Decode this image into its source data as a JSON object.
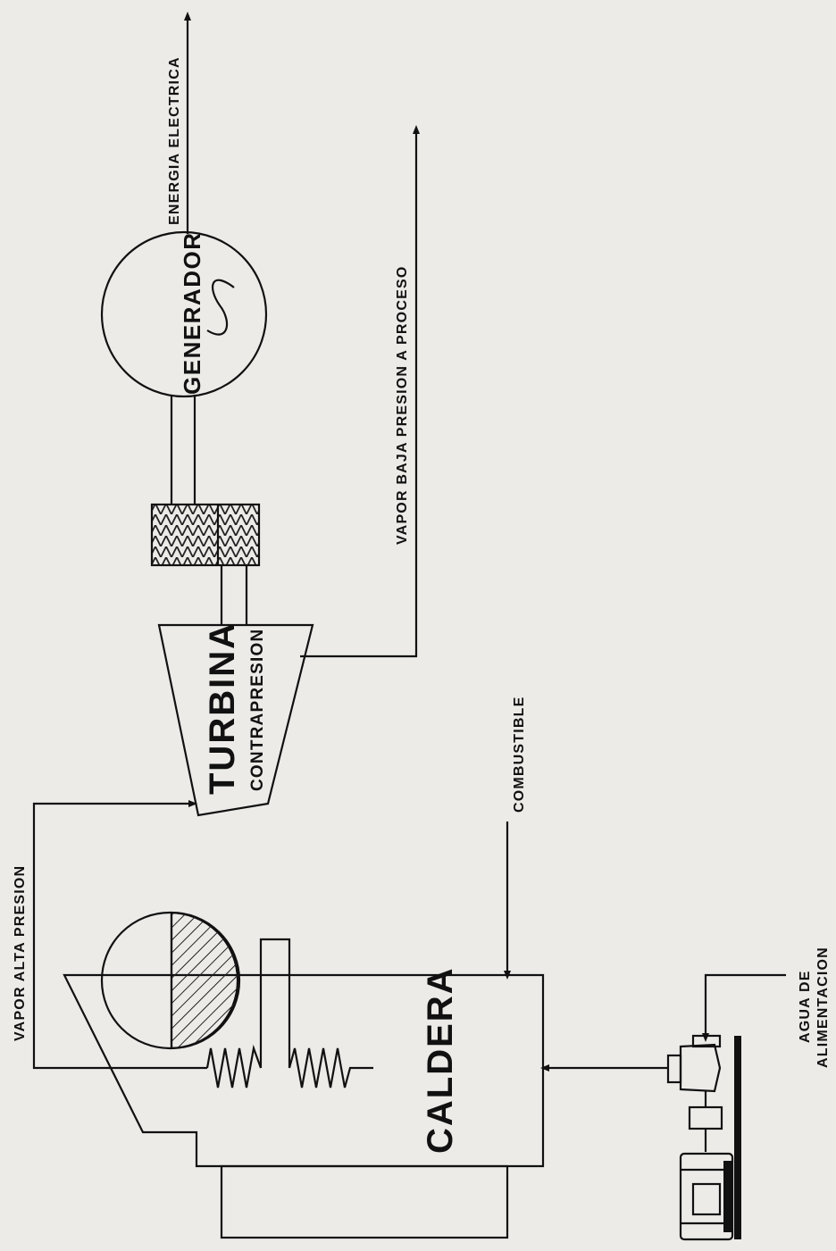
{
  "diagram": {
    "labels": {
      "energia": "ENERGIA ELECTRICA",
      "vapor_baja": "VAPOR BAJA PRESION A PROCESO",
      "vapor_alta": "VAPOR ALTA PRESION",
      "combustible": "COMBUSTIBLE",
      "agua_line1": "AGUA DE",
      "agua_line2": "ALIMENTACION",
      "generador": "GENERADOR",
      "turbina": "TURBINA",
      "contrapresion": "CONTRAPRESION",
      "caldera": "CALDERA"
    },
    "components": [
      "generator",
      "coupling",
      "turbine",
      "boiler",
      "steam-drum",
      "pump",
      "motor"
    ]
  }
}
